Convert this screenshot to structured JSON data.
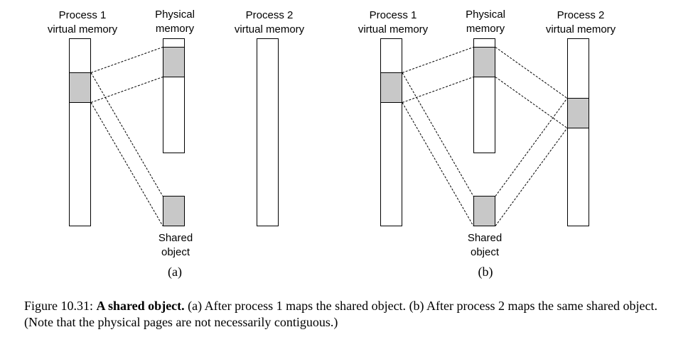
{
  "colors": {
    "shaded_page": "#c8c8c8",
    "outline": "#000000",
    "background": "#ffffff"
  },
  "panel_a": {
    "process1_label": [
      "Process 1",
      "virtual memory"
    ],
    "physical_label": [
      "Physical",
      "memory"
    ],
    "process2_label": [
      "Process 2",
      "virtual memory"
    ],
    "shared_label": [
      "Shared",
      "object"
    ],
    "sublabel": "(a)"
  },
  "panel_b": {
    "process1_label": [
      "Process 1",
      "virtual memory"
    ],
    "physical_label": [
      "Physical",
      "memory"
    ],
    "process2_label": [
      "Process 2",
      "virtual memory"
    ],
    "shared_label": [
      "Shared",
      "object"
    ],
    "sublabel": "(b)"
  },
  "caption": {
    "figure_number": "Figure 10.31:",
    "title": "A shared object.",
    "text_a": "(a) After process 1 maps the shared object.",
    "text_b": "(b) After process 2 maps the same shared object.",
    "note": "(Note that the physical pages are not necessarily contiguous.)"
  }
}
